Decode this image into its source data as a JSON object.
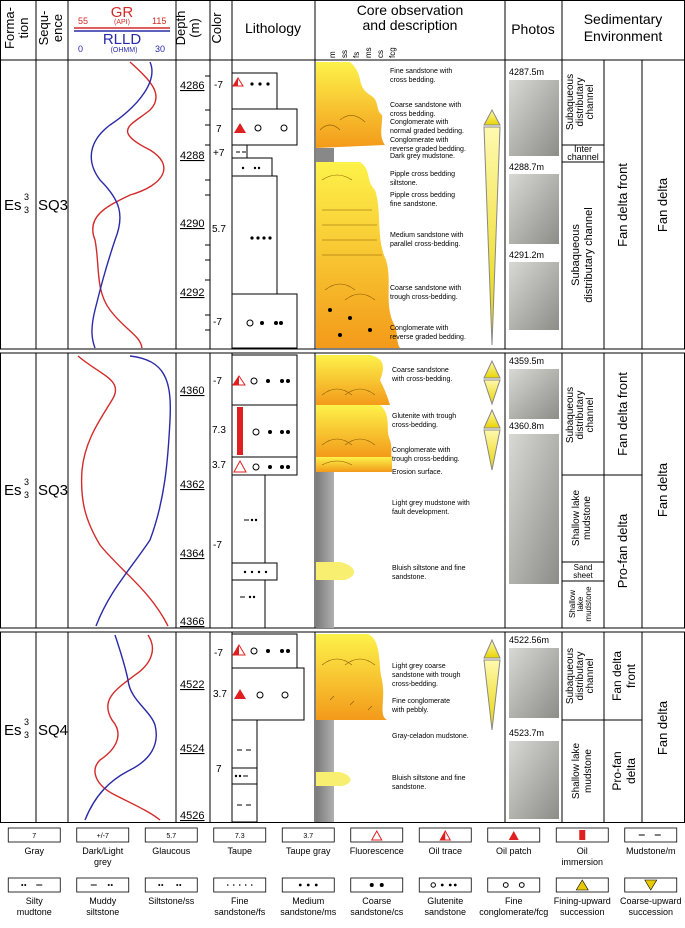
{
  "header": {
    "formation": [
      "Forma-",
      "tion"
    ],
    "sequence": [
      "Sequ-",
      "ence"
    ],
    "gr_label": "GR",
    "gr_unit": "(API)",
    "gr_min": "55",
    "gr_max": "115",
    "rlld_label": "RLLD",
    "rlld_unit": "(OHMM)",
    "rlld_min": "0",
    "rlld_max": "30",
    "depth": [
      "Depth",
      "(m)"
    ],
    "color": "Color",
    "lithology": "Lithology",
    "core": [
      "Core observation",
      "and description"
    ],
    "grain_scale": [
      "m",
      "ss",
      "fs",
      "ms",
      "cs",
      "fcg"
    ],
    "photos": "Photos",
    "environment": [
      "Sedimentary",
      "Environment"
    ]
  },
  "panels": [
    {
      "formation": "Es",
      "formation_sup": "3",
      "formation_sub": "3",
      "sequence": "SQ3",
      "depths": [
        "4286",
        "4288",
        "4290",
        "4292"
      ],
      "colors": [
        "-7",
        "7",
        "+7",
        "5.7",
        "-7"
      ],
      "descriptions": [
        "Fine sandstone with",
        "cross bedding.",
        "Coarse sandstone with",
        "cross bedding.",
        "Conglomerate  with",
        "normal graded bedding.",
        "Conglomerate with",
        "reverse graded bedding.",
        "Dark grey mudstone.",
        "Pipple cross bedding",
        "siltstone.",
        "Pipple cross bedding",
        "fine sandstone.",
        "Medium sandstone with",
        "parallel cross-bedding.",
        "Coarse sandstone with",
        "trough cross-bedding.",
        "Conglomerate  with",
        "reverse graded bedding."
      ],
      "photos": [
        "4287.5m",
        "4288.7m",
        "4291.2m"
      ],
      "micro_env": [
        "Subaqueous",
        "distributary",
        "channel",
        "Inter",
        "channel",
        "Subaqueous",
        "distributary channel"
      ],
      "sub_env": "Fan delta front",
      "env": "Fan delta"
    },
    {
      "formation": "Es",
      "formation_sup": "3",
      "formation_sub": "3",
      "sequence": "SQ3",
      "depths": [
        "4360",
        "4362",
        "4364",
        "4366"
      ],
      "colors": [
        "-7",
        "7.3",
        "3.7",
        "-7"
      ],
      "descriptions": [
        "Coarse sandstone",
        "with cross-bedding.",
        "Glutenite with trough",
        "cross-bedding.",
        "Conglomerate with",
        "trough cross-bedding.",
        "Erosion surface.",
        "Light grey mudstone with",
        "fault development.",
        "Bluish siltstone and fine",
        "sandstone."
      ],
      "photos": [
        "4359.5m",
        "4360.8m"
      ],
      "micro_env": [
        "Subaqueous",
        "distributary",
        "channel",
        "Shallow lake",
        "mudstone",
        "Sand",
        "sheet",
        "Shallow",
        "lake",
        "mudstone"
      ],
      "sub_env": [
        "Fan delta front",
        "Pro-fan delta"
      ],
      "env": "Fan delta"
    },
    {
      "formation": "Es",
      "formation_sup": "3",
      "formation_sub": "3",
      "sequence": "SQ4",
      "depths": [
        "4522",
        "4524",
        "4526"
      ],
      "colors": [
        "-7",
        "3.7",
        "7"
      ],
      "descriptions": [
        "Light grey  coarse",
        "sandstone with trough",
        "cross-bedding.",
        "Fine conglomerate",
        "with pebbly.",
        "Gray-celadon mudstone.",
        "Bluish siltstone and fine",
        "sandstone."
      ],
      "photos": [
        "4522.56m",
        "4523.7m"
      ],
      "micro_env": [
        "Subaqueous",
        "distributary",
        "channel",
        "Shallow lake",
        "mudstone"
      ],
      "sub_env": [
        "Fan delta",
        "front",
        "Pro-fan",
        "delta"
      ],
      "env": "Fan delta"
    }
  ],
  "legend": [
    {
      "box": "7",
      "label": [
        "Gray"
      ]
    },
    {
      "box": "+/-7",
      "label": [
        "Dark/Light",
        "grey"
      ]
    },
    {
      "box": "5.7",
      "label": [
        "Glaucous"
      ]
    },
    {
      "box": "7.3",
      "label": [
        "Taupe"
      ]
    },
    {
      "box": "3.7",
      "label": [
        "Taupe gray"
      ]
    },
    {
      "box": "",
      "label": [
        "Fluorescence"
      ]
    },
    {
      "box": "",
      "label": [
        "Oil trace"
      ]
    },
    {
      "box": "",
      "label": [
        "Oil patch"
      ]
    },
    {
      "box": "",
      "label": [
        "Oil",
        "immersion"
      ]
    },
    {
      "box": "",
      "label": [
        "Mudstone/m"
      ]
    },
    {
      "box": "",
      "label": [
        "Silty",
        "mudtone"
      ]
    },
    {
      "box": "",
      "label": [
        "Muddy",
        "siltstone"
      ]
    },
    {
      "box": "",
      "label": [
        "Siltstone/ss"
      ]
    },
    {
      "box": "",
      "label": [
        "Fine",
        "sandstone/fs"
      ]
    },
    {
      "box": "",
      "label": [
        "Medium",
        "sandstone/ms"
      ]
    },
    {
      "box": "",
      "label": [
        "Coarse",
        "sandstone/cs"
      ]
    },
    {
      "box": "",
      "label": [
        "Glutenite",
        "sandstone"
      ]
    },
    {
      "box": "",
      "label": [
        "Fine",
        "conglomerate/fcg"
      ]
    },
    {
      "box": "",
      "label": [
        "Fining-upward",
        "succession"
      ]
    },
    {
      "box": "",
      "label": [
        "Coarse-upward",
        "succession"
      ]
    }
  ],
  "colors": {
    "gr": "#d42a2a",
    "rlld": "#2a2aa8",
    "sand_top": "#f7e73a",
    "sand_bottom": "#f0a020",
    "mud": "#888888",
    "red_marker": "#e02020"
  }
}
